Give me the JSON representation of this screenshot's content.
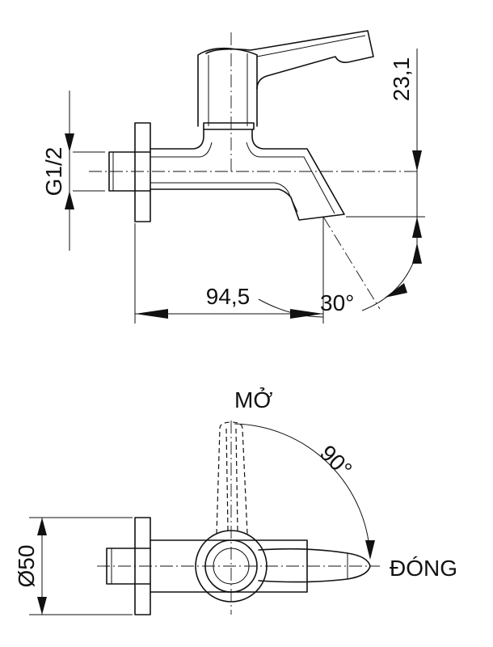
{
  "side_view": {
    "dim_thread": "G1/2",
    "dim_height": "23,1",
    "dim_length": "94,5",
    "dim_angle": "30°"
  },
  "top_view": {
    "label_open": "MỞ",
    "label_close": "ĐÓNG",
    "dim_diameter": "Ø50",
    "dim_rotation": "90°"
  }
}
